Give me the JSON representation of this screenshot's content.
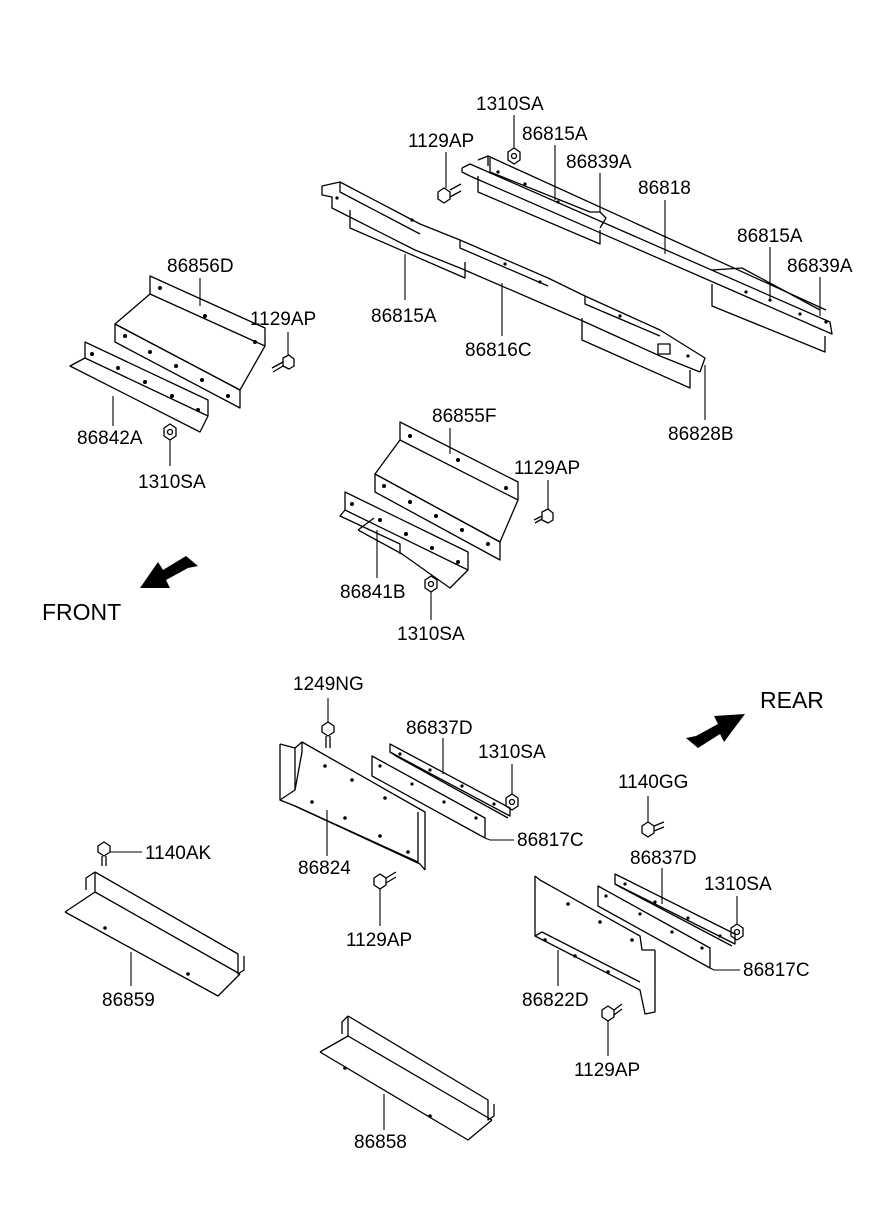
{
  "labels": {
    "l1310SA_a": "1310SA",
    "l1129AP_a": "1129AP",
    "l86815A_a": "86815A",
    "l86839A_a": "86839A",
    "l86818": "86818",
    "l86815A_b": "86815A",
    "l86839A_b": "86839A",
    "l86815A_c": "86815A",
    "l86816C": "86816C",
    "l86828B": "86828B",
    "l86856D": "86856D",
    "l1129AP_b": "1129AP",
    "l86842A": "86842A",
    "l1310SA_b": "1310SA",
    "l86855F": "86855F",
    "l1129AP_c": "1129AP",
    "l86841B": "86841B",
    "l1310SA_c": "1310SA",
    "front": "FRONT",
    "rear": "REAR",
    "l1249NG": "1249NG",
    "l86837D_a": "86837D",
    "l1310SA_d": "1310SA",
    "l86817C_a": "86817C",
    "l86824": "86824",
    "l1129AP_d": "1129AP",
    "l1140GG": "1140GG",
    "l86837D_b": "86837D",
    "l1310SA_e": "1310SA",
    "l86817C_b": "86817C",
    "l86822D": "86822D",
    "l1129AP_e": "1129AP",
    "l1140AK": "1140AK",
    "l86859": "86859",
    "l86858": "86858"
  }
}
